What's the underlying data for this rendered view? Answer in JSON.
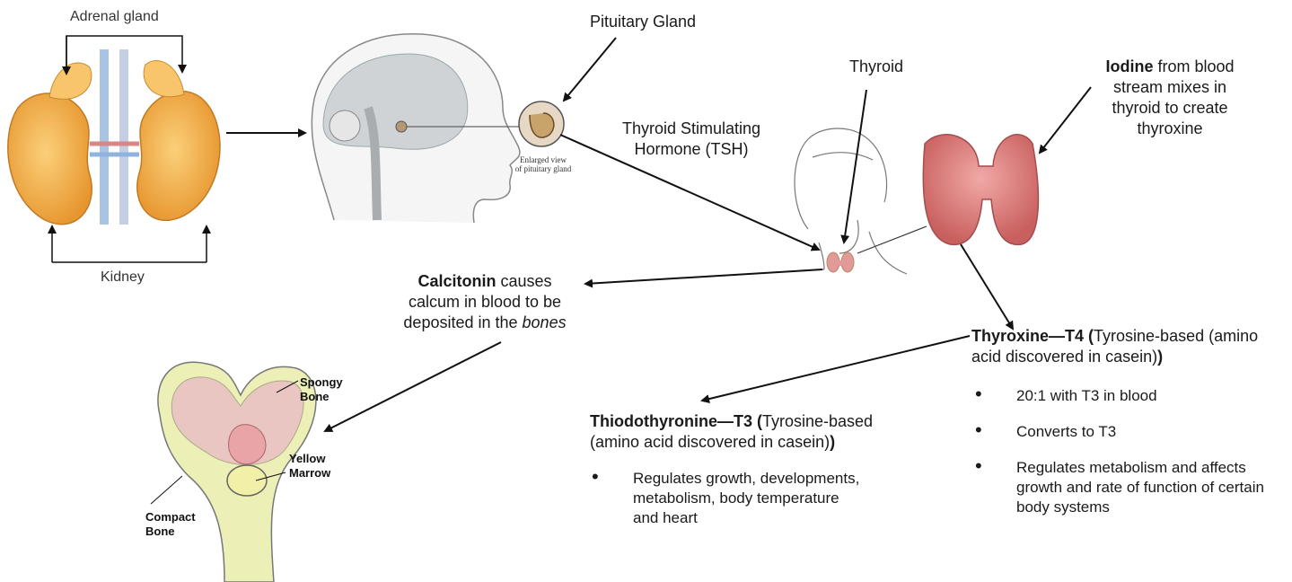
{
  "adrenal": {
    "top_label": "Adrenal gland",
    "bottom_label": "Kidney"
  },
  "pituitary": {
    "label": "Pituitary Gland",
    "enlarged_caption_1": "Enlarged view",
    "enlarged_caption_2": "of pituitary gland"
  },
  "tsh": {
    "line1": "Thyroid Stimulating",
    "line2": "Hormone (TSH)"
  },
  "thyroid": {
    "label": "Thyroid"
  },
  "iodine": {
    "bold": "Iodine",
    "line1_rest": " from blood",
    "line2": "stream mixes in",
    "line3": "thyroid to create",
    "line4": "thyroxine"
  },
  "calcitonin": {
    "bold": "Calcitonin",
    "line1_rest": " causes",
    "line2": "calcum in blood to be",
    "line3_pre": "deposited in the ",
    "line3_italic": "bones"
  },
  "bone": {
    "spongy": "Spongy",
    "spongy2": "Bone",
    "yellow": "Yellow",
    "marrow": "Marrow",
    "compact": "Compact",
    "compact2": "Bone"
  },
  "t4": {
    "title_bold": "Thyroxine—T4",
    "paren_open": " (",
    "title_rest": "Tyrosine-based (amino",
    "title_line2": "acid discovered in casein)",
    "paren_close": ")",
    "bullets": [
      "20:1 with T3 in blood",
      "Converts to T3",
      "Regulates metabolism and affects growth and rate of function of certain body systems"
    ]
  },
  "t3": {
    "title_bold": "Thiodothyronine—T3",
    "paren_open": " (",
    "title_rest": "Tyrosine-based",
    "title_line2": "(amino acid discovered in casein)",
    "paren_close": ")",
    "bullets": [
      "Regulates growth, developments, metabolism, body temperature and heart"
    ]
  },
  "colors": {
    "kidney": "#f3b04a",
    "thyroid": "#d98080",
    "marrow": "#f2f0a8",
    "spongy": "#e9c6c2"
  }
}
